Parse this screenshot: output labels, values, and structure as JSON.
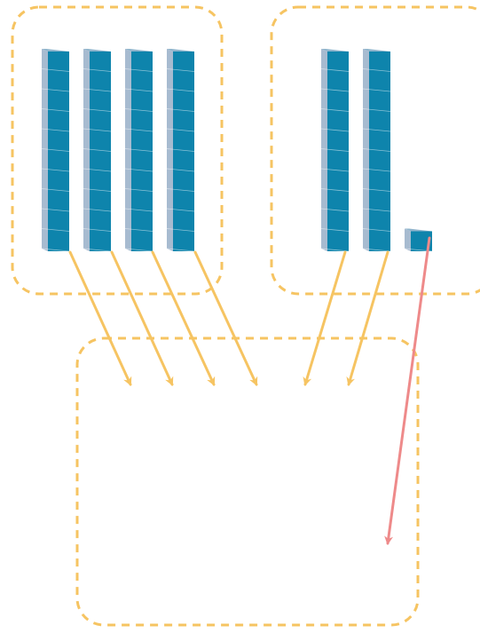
{
  "diagram": {
    "groups": [
      {
        "name": "left-group",
        "rods_of_ten": 4,
        "ones": 0
      },
      {
        "name": "right-group",
        "rods_of_ten": 2,
        "ones": 1
      }
    ],
    "target": {
      "name": "target-box"
    },
    "colors": {
      "dashed_outline": "#F6C462",
      "arrow_tens": "#F6C462",
      "arrow_ones": "#EE8A8A",
      "cube_front": "#0E84AC",
      "cube_side": "#A7BBD0",
      "cube_top": "#8FB4CC"
    },
    "icons": [
      "ten-rod-icon",
      "unit-cube-icon",
      "arrow-icon"
    ]
  }
}
